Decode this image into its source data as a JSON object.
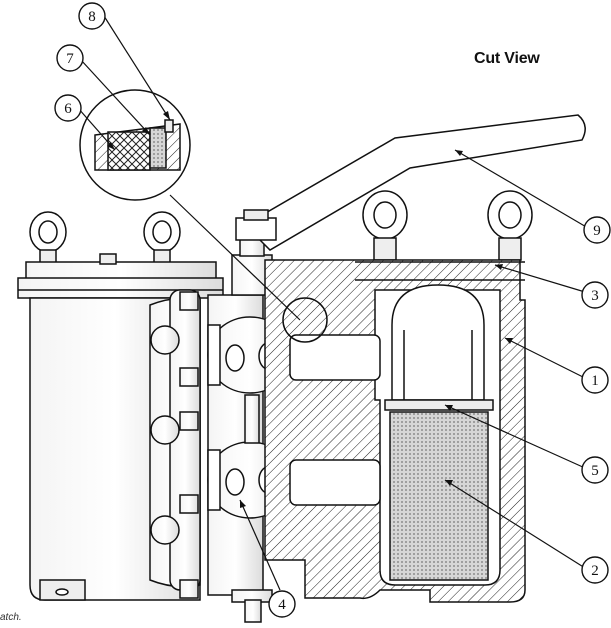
{
  "title": "Cut View",
  "caption": "atch.",
  "callouts": [
    {
      "label": "8"
    },
    {
      "label": "7"
    },
    {
      "label": "6"
    },
    {
      "label": "9"
    },
    {
      "label": "3"
    },
    {
      "label": "1"
    },
    {
      "label": "5"
    },
    {
      "label": "2"
    },
    {
      "label": "4"
    }
  ]
}
